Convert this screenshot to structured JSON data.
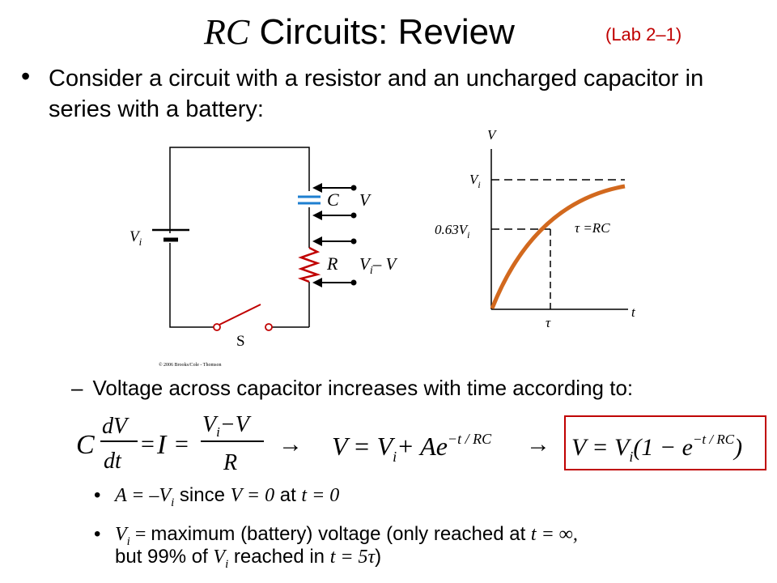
{
  "title": {
    "rc": "RC",
    "rest": " Circuits: Review",
    "lab": "(Lab 2–1)"
  },
  "bullet1": "Consider a circuit with a resistor and an uncharged capacitor in series with a battery:",
  "circuit": {
    "battery_label": "V",
    "battery_sub": "i",
    "capacitor_label": "C",
    "resistor_label": "R",
    "switch_label": "S",
    "cap_voltage": "V",
    "res_voltage": "V",
    "res_voltage_sub": "i",
    "res_voltage_tail": "– V",
    "copyright": "© 2006 Brooks/Cole - Thomson"
  },
  "graph": {
    "y_axis_label": "V",
    "x_axis_label": "t",
    "vi_label": "V",
    "vi_sub": "i",
    "v63_label": "0.63V",
    "v63_sub": "i",
    "tau_label": "τ",
    "annotation": "τ =RC",
    "curve_color": "#d2691e",
    "fraction_at_tau": 0.63
  },
  "dash_text": "Voltage across capacitor increases with time according to:",
  "equations": {
    "eq1_C": "C",
    "eq1_num": "dV",
    "eq1_den": "dt",
    "eq1_eq1": "=",
    "eq1_I": "I",
    "eq1_eq2": "=",
    "eq1_num2a": "V",
    "eq1_num2b": "i",
    "eq1_num2c": "−V",
    "eq1_den2": "R",
    "arrow": "→",
    "eq2_lhs": "V",
    "eq2_rhs": "= V",
    "eq2_sub": "i",
    "eq2_plus": "+ Ae",
    "eq2_exp": "−t / RC",
    "eq3_lhs": "V = V",
    "eq3_sub": "i",
    "eq3_paren": "(1 − e",
    "eq3_exp": "−t / RC",
    "eq3_close": ")",
    "box_color": "#c00000"
  },
  "sub_bullets": {
    "s1_a": "A = –V",
    "s1_sub": "i",
    "s1_b": " since ",
    "s1_c": "V = 0",
    "s1_d": " at ",
    "s1_e": "t = 0",
    "s2_a": "V",
    "s2_sub": "i",
    "s2_b": " = ",
    "s2_c": "maximum (battery) voltage (only reached at ",
    "s2_d": "t = ∞,",
    "s3_a": "but 99% of ",
    "s3_b": "V",
    "s3_sub": "i",
    "s3_c": " reached in ",
    "s3_d": "t = 5τ",
    "s3_e": ")"
  }
}
